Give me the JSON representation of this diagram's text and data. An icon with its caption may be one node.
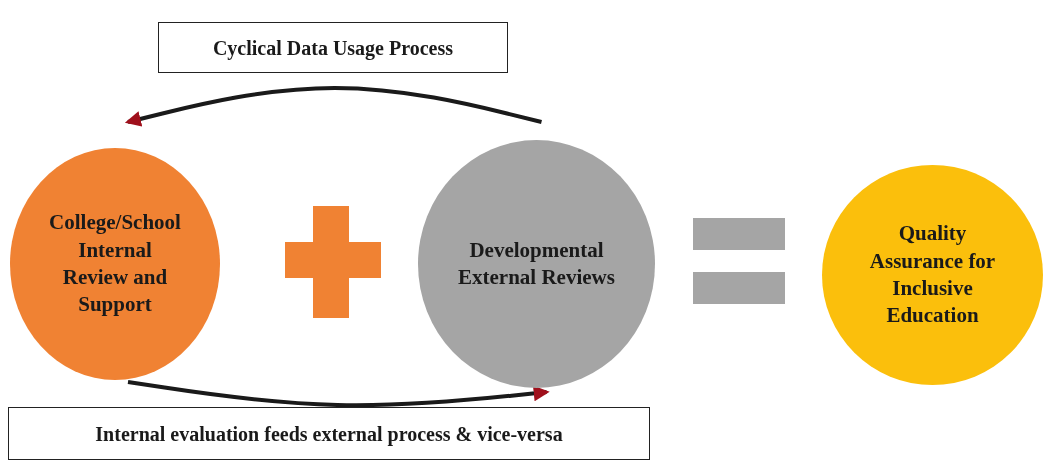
{
  "diagram": {
    "nodes": [
      {
        "text": [
          "Cyclical Data Usage Process"
        ]
      },
      {
        "text": [
          "College/School Internal Review and Support"
        ]
      },
      {
        "text": [
          "Developmental External Reviews"
        ]
      },
      {
        "text": [
          "Quality Assurance for Inclusive Education"
        ]
      },
      {
        "text": [
          "Internal evaluation feeds external process & vice-versa"
        ]
      }
    ],
    "edges": [
      {
        "from": 2,
        "to": 1,
        "arrow": "to"
      },
      {
        "from": 1,
        "to": 2,
        "arrow": "to"
      }
    ]
  }
}
